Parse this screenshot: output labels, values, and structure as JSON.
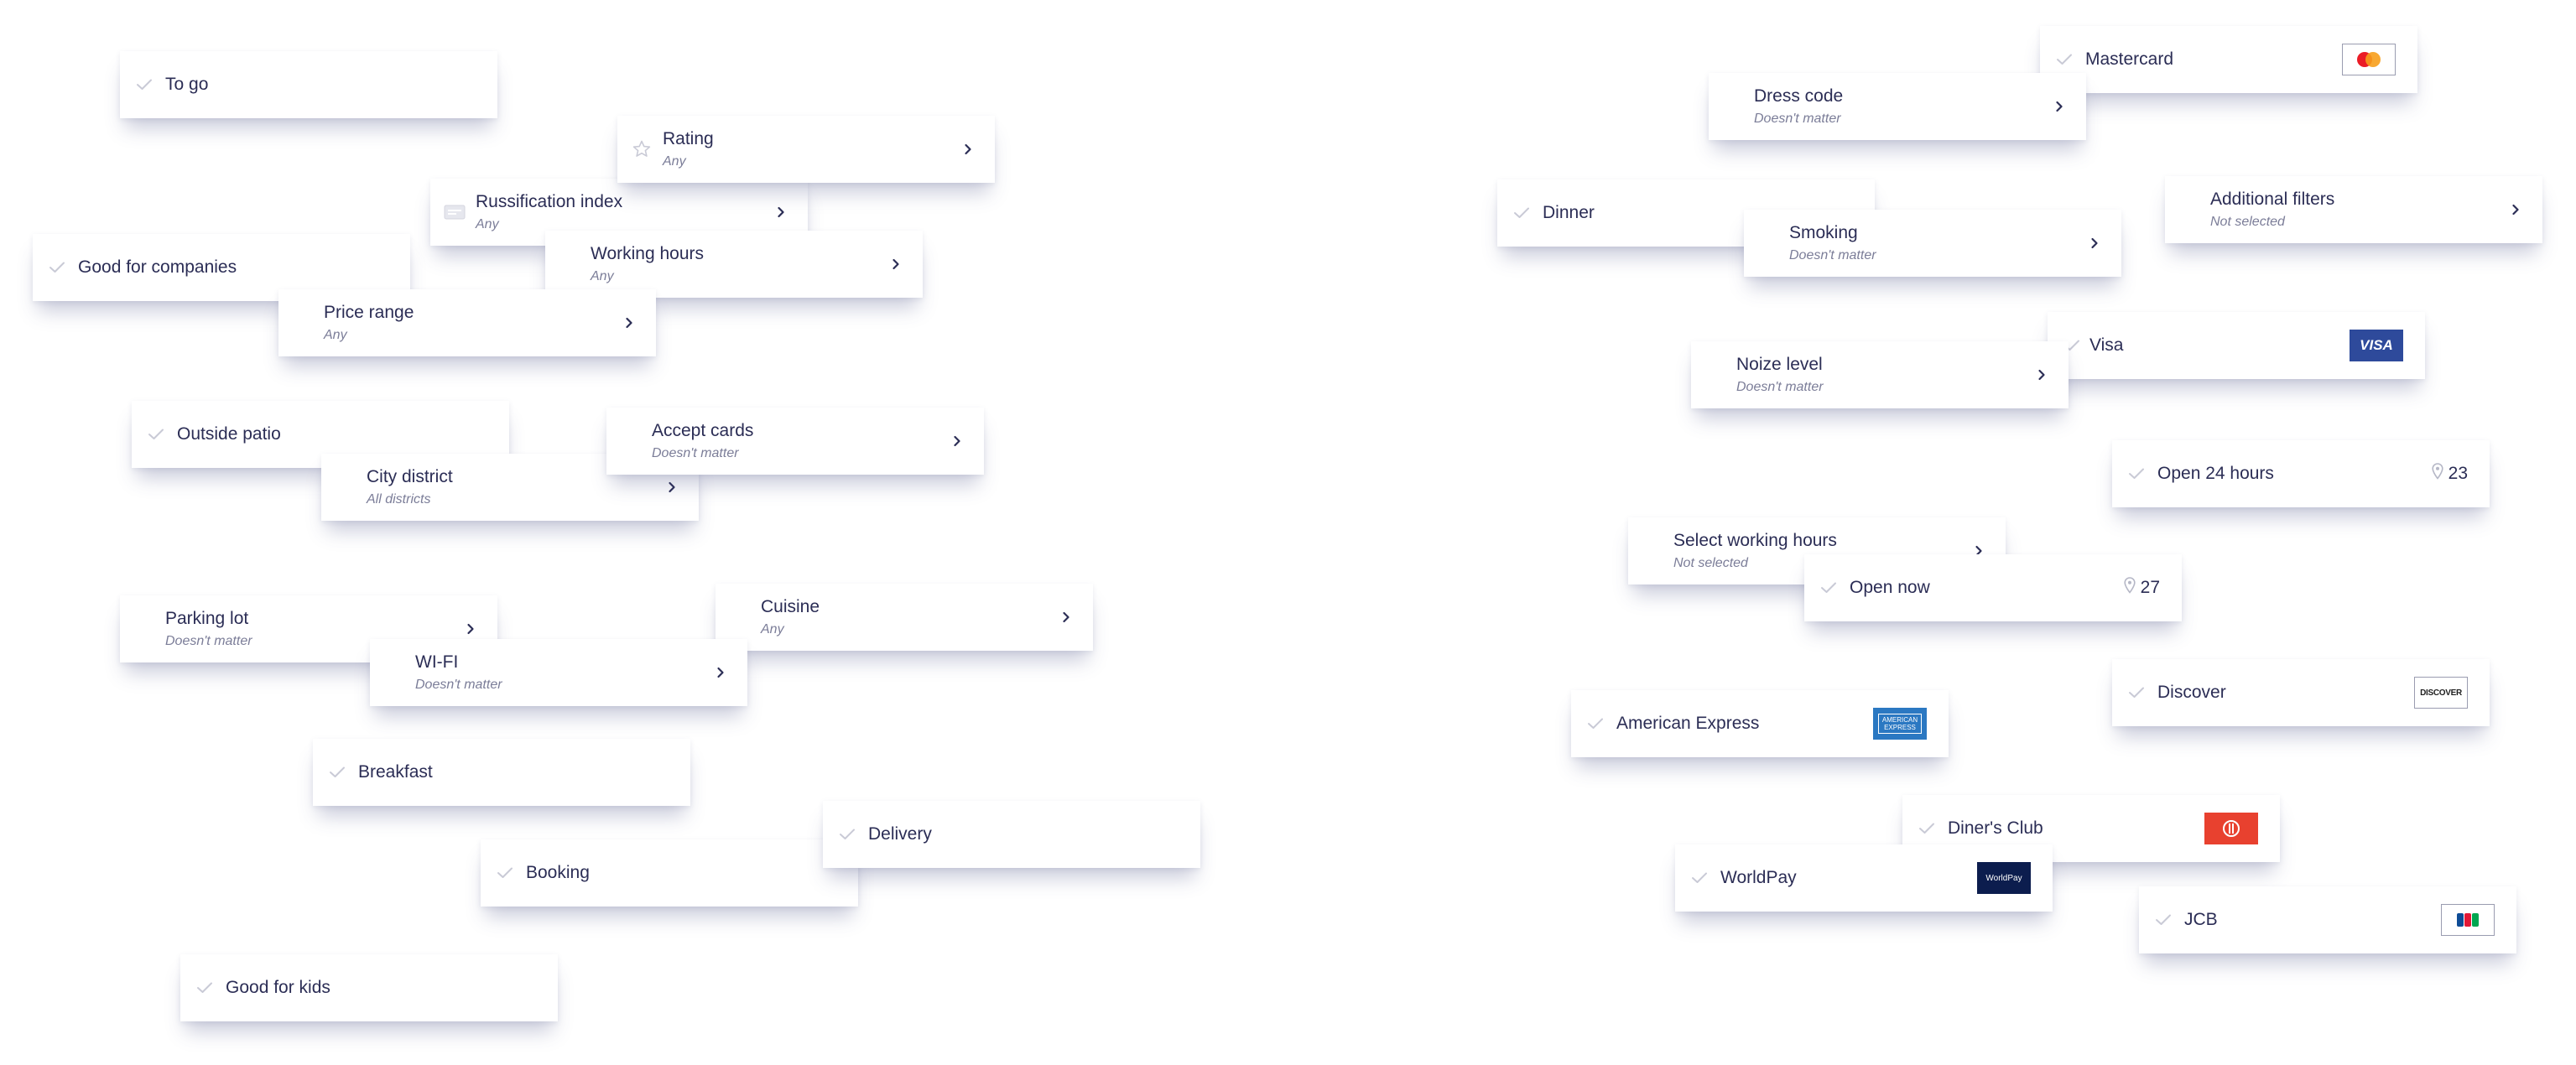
{
  "cards": {
    "to_go": {
      "title": "To go"
    },
    "rating": {
      "title": "Rating",
      "sub": "Any"
    },
    "russification_index": {
      "title": "Russification index",
      "sub": "Any"
    },
    "working_hours": {
      "title": "Working hours",
      "sub": "Any"
    },
    "good_for_companies": {
      "title": "Good for companies"
    },
    "price_range": {
      "title": "Price range",
      "sub": "Any"
    },
    "outside_patio": {
      "title": "Outside patio"
    },
    "accept_cards": {
      "title": "Accept cards",
      "sub": "Doesn't matter"
    },
    "city_district": {
      "title": "City district",
      "sub": "All districts"
    },
    "parking_lot": {
      "title": "Parking lot",
      "sub": "Doesn't matter"
    },
    "cuisine": {
      "title": "Cuisine",
      "sub": "Any"
    },
    "wifi": {
      "title": "WI-FI",
      "sub": "Doesn't matter"
    },
    "breakfast": {
      "title": "Breakfast"
    },
    "delivery": {
      "title": "Delivery"
    },
    "booking": {
      "title": "Booking"
    },
    "good_for_kids": {
      "title": "Good for kids"
    },
    "mastercard": {
      "title": "Mastercard"
    },
    "dress_code": {
      "title": "Dress code",
      "sub": "Doesn't matter"
    },
    "dinner": {
      "title": "Dinner"
    },
    "smoking": {
      "title": "Smoking",
      "sub": "Doesn't matter"
    },
    "additional_filters": {
      "title": "Additional filters",
      "sub": "Not selected"
    },
    "visa": {
      "title": "Visa",
      "logo_text": "VISA"
    },
    "noize_level": {
      "title": "Noize level",
      "sub": "Doesn't matter"
    },
    "open_24_hours": {
      "title": "Open 24 hours",
      "count": "23"
    },
    "select_working_hours": {
      "title": "Select working hours",
      "sub": "Not selected"
    },
    "open_now": {
      "title": "Open now",
      "count": "27"
    },
    "discover": {
      "title": "Discover",
      "logo_text": "DISCOVER"
    },
    "american_express": {
      "title": "American Express",
      "logo_text": "AMERICAN EXPRESS"
    },
    "diners_club": {
      "title": "Diner's Club"
    },
    "worldpay": {
      "title": "WorldPay",
      "logo_text": "WorldPay"
    },
    "jcb": {
      "title": "JCB"
    }
  },
  "icons": {
    "check": "check-icon",
    "star": "star-icon",
    "russification": "russification-icon",
    "chevron": "chevron-right-icon",
    "pin": "map-pin-icon"
  },
  "colors": {
    "text": "#2b2d55",
    "subtext": "#7b7d98",
    "check": "#c9cad6",
    "visa": "#2e4a9b",
    "amex": "#2b78c2",
    "diners": "#e8412f",
    "worldpay": "#0c1d4e",
    "mastercard_red": "#eb1c26",
    "mastercard_orange": "#f79e1b"
  }
}
